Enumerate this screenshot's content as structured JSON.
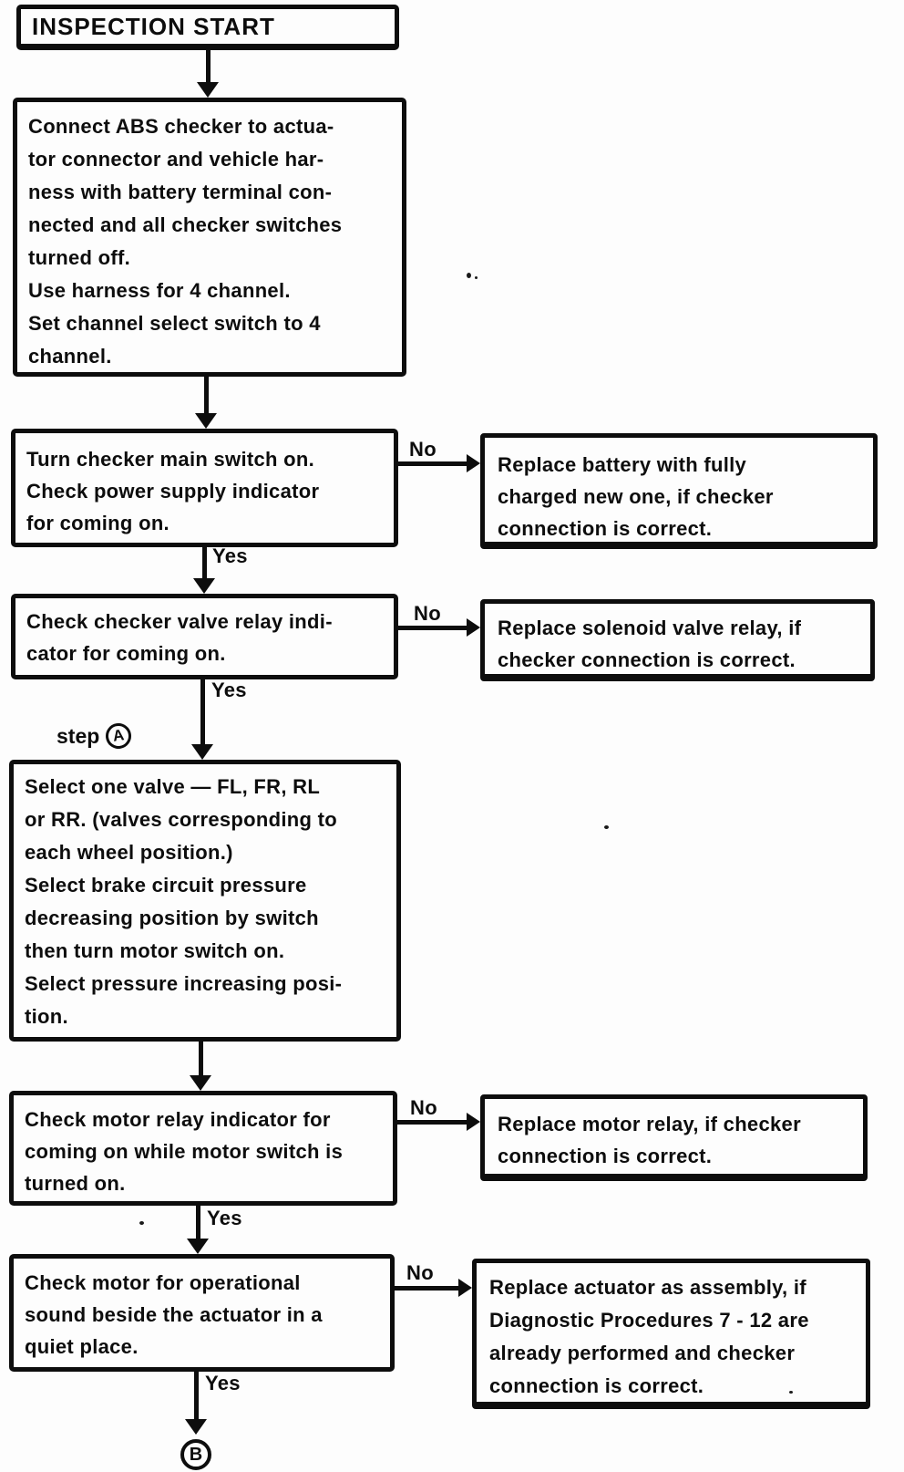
{
  "page": {
    "ink_color": "#0d0d0d",
    "paper_color": "#fdfdfd"
  },
  "nodes": {
    "start": "INSPECTION START",
    "connect_checker": "Connect ABS checker to actua-\ntor connector and vehicle har-\nness with battery terminal con-\nnected and all checker switches\nturned off.\nUse harness for 4 channel.\nSet channel select switch to 4\nchannel.",
    "power_check": "Turn checker main switch on.\nCheck power supply indicator\nfor coming on.",
    "valve_relay_check": "Check checker valve relay indi-\ncator for coming on.",
    "select_valve": "Select one valve — FL, FR, RL\nor RR. (valves corresponding to\neach wheel position.)\nSelect brake circuit pressure\ndecreasing position by switch\nthen turn motor switch on.\nSelect pressure increasing posi-\ntion.",
    "motor_relay_check": "Check motor relay indicator for\ncoming on while motor switch is\nturned on.",
    "motor_sound_check": "Check motor for operational\nsound beside the actuator in a\nquiet place.",
    "replace_battery": "Replace battery with fully\ncharged new one, if checker\nconnection is correct.",
    "replace_solenoid_relay": "Replace solenoid valve relay, if\nchecker connection is correct.",
    "replace_motor_relay": "Replace motor relay, if checker\nconnection is correct.",
    "replace_actuator": "Replace actuator as assembly, if\nDiagnostic Procedures 7 - 12 are\nalready performed and checker\nconnection is correct."
  },
  "labels": {
    "yes": "Yes",
    "no": "No",
    "step_prefix": "step",
    "step_marker": "A",
    "connector_end": "B"
  }
}
